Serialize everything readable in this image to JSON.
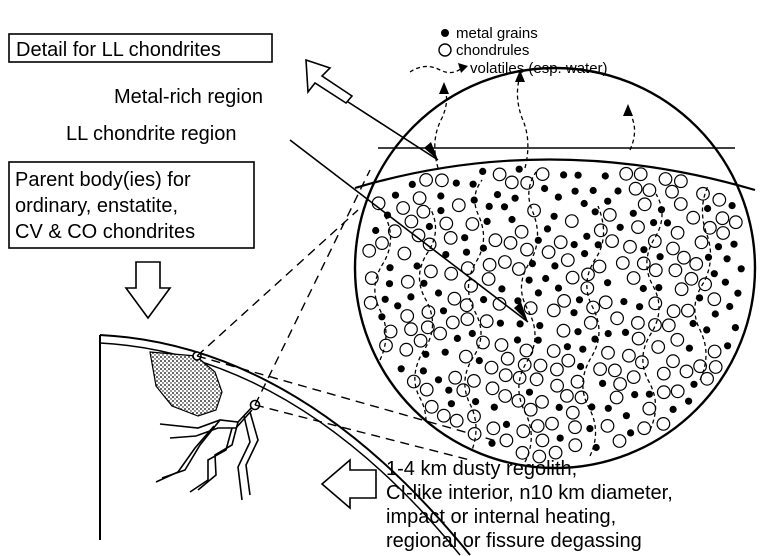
{
  "labels": {
    "detail_title": "Detail for LL chondrites",
    "metal_rich": "Metal-rich region",
    "ll_region": "LL chondrite region",
    "parent_body_lines": [
      "Parent body(ies) for",
      "ordinary, enstatite,",
      "CV & CO chondrites"
    ],
    "bottom_lines": [
      "1-4 km dusty regolith,",
      "CI-like interior, n10 km diameter,",
      "impact or internal heating,",
      "regional or fissure degassing"
    ]
  },
  "legend": {
    "metal": "metal grains",
    "chondrules": "chondrules",
    "volatiles": "volatiles (esp. water)"
  },
  "colors": {
    "ink": "#000000",
    "paper": "#ffffff",
    "stipple": "#d9d9d9"
  }
}
